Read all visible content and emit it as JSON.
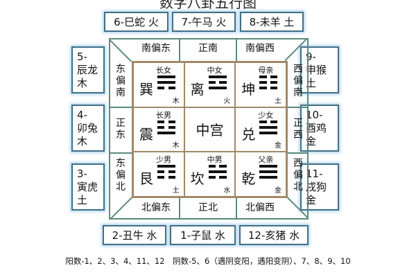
{
  "title": "数字八卦五行图",
  "top_boxes": [
    "6-巳蛇 火",
    "7-午马 火",
    "8-未羊 土"
  ],
  "bottom_boxes": [
    "2-丑牛 水",
    "1-子鼠 水",
    "12-亥猪 水"
  ],
  "left_boxes": [
    "5-\n辰龙\n木",
    "4-\n卯兔\n木",
    "3-\n寅虎\n土"
  ],
  "right_boxes": [
    "9-\n申猴\n土",
    "10-\n酉鸡\n金",
    "11-\n戌狗\n金"
  ],
  "directions": {
    "top": [
      "南偏东",
      "正南",
      "南偏西"
    ],
    "bottom": [
      "北偏东",
      "正北",
      "北偏西"
    ],
    "left": [
      "东\n偏\n南",
      "正\n东",
      "东\n偏\n北"
    ],
    "right": [
      "西\n偏\n南",
      "正\n西",
      "西\n偏\n北"
    ]
  },
  "cells": [
    {
      "name": "巽",
      "relation": "长女",
      "element": "木",
      "lines": "110"
    },
    {
      "name": "离",
      "relation": "中女",
      "element": "火",
      "lines": "101"
    },
    {
      "name": "坤",
      "relation": "母亲",
      "element": "土",
      "lines": "000"
    },
    {
      "name": "震",
      "relation": "长男",
      "element": "木",
      "lines": "001"
    },
    {
      "center": "中宫"
    },
    {
      "name": "兑",
      "relation": "少女",
      "element": "金",
      "lines": "011"
    },
    {
      "name": "艮",
      "relation": "少男",
      "element": "土",
      "lines": "100"
    },
    {
      "name": "坎",
      "relation": "中男",
      "element": "水",
      "lines": "010"
    },
    {
      "name": "乾",
      "relation": "父亲",
      "element": "金",
      "lines": "111"
    }
  ],
  "footer": "阳数-1、2、3、4、11、12　阴数-5、6（遇阴变阳，遇阳变阴）、7、8、9、10"
}
